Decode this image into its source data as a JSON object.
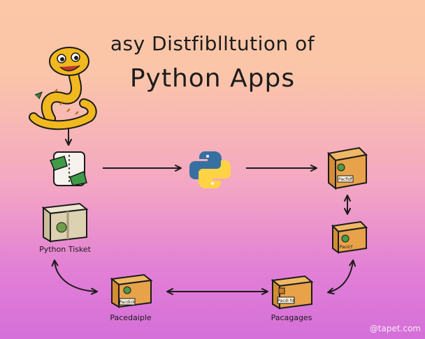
{
  "title": {
    "line1": "asy Distfiblltution of",
    "line2": "Python Apps"
  },
  "labels": {
    "python_tisket": "Python Tisket",
    "pacedaiple": "Pacedaiple",
    "pacagages": "Pacagages",
    "box_right_top_tag": "Pacfidf",
    "box_right_mid_tag": "Pacd:f",
    "box_bottom_left_tag": "Pacdick",
    "box_bottom_right_tag": "Pacdi fd"
  },
  "watermark": "@tapet.com",
  "icons": {
    "snake": "snake-mascot-icon",
    "zip": "zipper-package-icon",
    "python": "python-logo-icon",
    "box": "cardboard-box-icon"
  },
  "colors": {
    "box": "#e7a24a",
    "box_dark": "#c97f2a",
    "snake": "#f2b81f",
    "python_blue": "#3670a0",
    "python_yellow": "#ffd343"
  }
}
